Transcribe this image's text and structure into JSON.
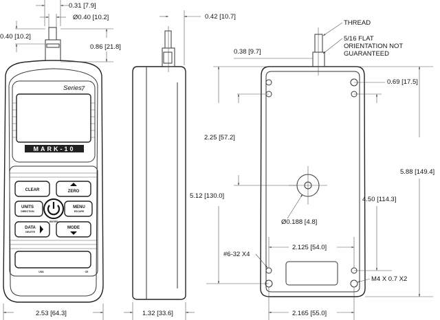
{
  "front": {
    "dim_tip_width": "0.31 [7.9]",
    "dim_shaft_dia": "Ø0.40 [10.2]",
    "dim_tip_length": "0.40 [10.2]",
    "dim_probe_height": "0.86 [21.8]",
    "dim_width": "2.53 [64.3]",
    "series": "Series",
    "series_num": "7",
    "brand": "MARK-10",
    "buttons": {
      "clear": "CLEAR",
      "zero": "ZERO",
      "units": "UNITS",
      "units_sub": "DIRECTION",
      "menu": "MENU",
      "menu_sub": "ESCAPE",
      "data": "DATA",
      "data_sub": "DELETE",
      "mode": "MODE",
      "enter": "ENTER"
    },
    "usa": "USA",
    "ce": "CE"
  },
  "side": {
    "dim_probe_offset": "0.42 [10.7]",
    "dim_depth": "1.32 [33.6]"
  },
  "back": {
    "thread": "THREAD",
    "flat_1": "5/16 FLAT",
    "flat_2": "ORIENTATION NOT",
    "flat_3": "GUARANTEED",
    "dim_top_offset": "0.38 [9.7]",
    "dim_hole_top": "0.69 [17.5]",
    "dim_center_v": "2.25 [57.2]",
    "dim_mount_overall": "5.12 [130.0]",
    "dim_holes_v": "4.50 [114.3]",
    "dim_overall_h": "5.88 [149.4]",
    "dim_center_hole": "Ø0.188 [4.8]",
    "dim_holes_h": "2.125 [54.0]",
    "screw_1": "#6-32 X4",
    "screw_2": "M4 X 0.7 X2",
    "dim_width": "2.165 [55.0]"
  }
}
